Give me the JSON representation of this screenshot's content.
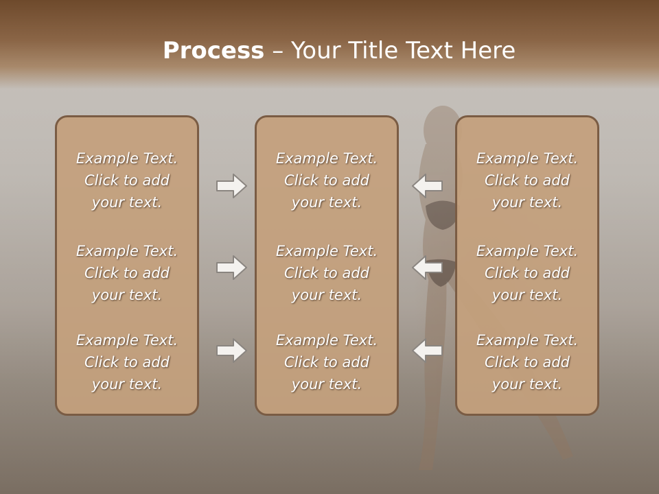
{
  "slide": {
    "title_bold": "Process",
    "title_rest": " – Your Title Text Here"
  },
  "columns": [
    {
      "items": [
        "Example Text.\nClick  to add\nyour text.",
        "Example Text.\nClick  to add\nyour text.",
        "Example Text.\nClick  to add\nyour text."
      ]
    },
    {
      "items": [
        "Example Text.\nClick  to add\nyour text.",
        "Example Text.\nClick  to add\nyour text.",
        "Example Text.\nClick  to add\nyour text."
      ]
    },
    {
      "items": [
        "Example Text.\nClick  to add\nyour text.",
        "Example Text.\nClick  to add\nyour text.",
        "Example Text.\nClick  to add\nyour text."
      ]
    }
  ],
  "arrows": {
    "left_column": [
      "right-arrow-icon",
      "right-arrow-icon",
      "right-arrow-icon"
    ],
    "right_column": [
      "left-arrow-icon",
      "left-arrow-icon",
      "left-arrow-icon"
    ]
  },
  "colors": {
    "box_fill": "#c4a07d",
    "box_border": "#7a5c44",
    "header": "#7a5535"
  }
}
